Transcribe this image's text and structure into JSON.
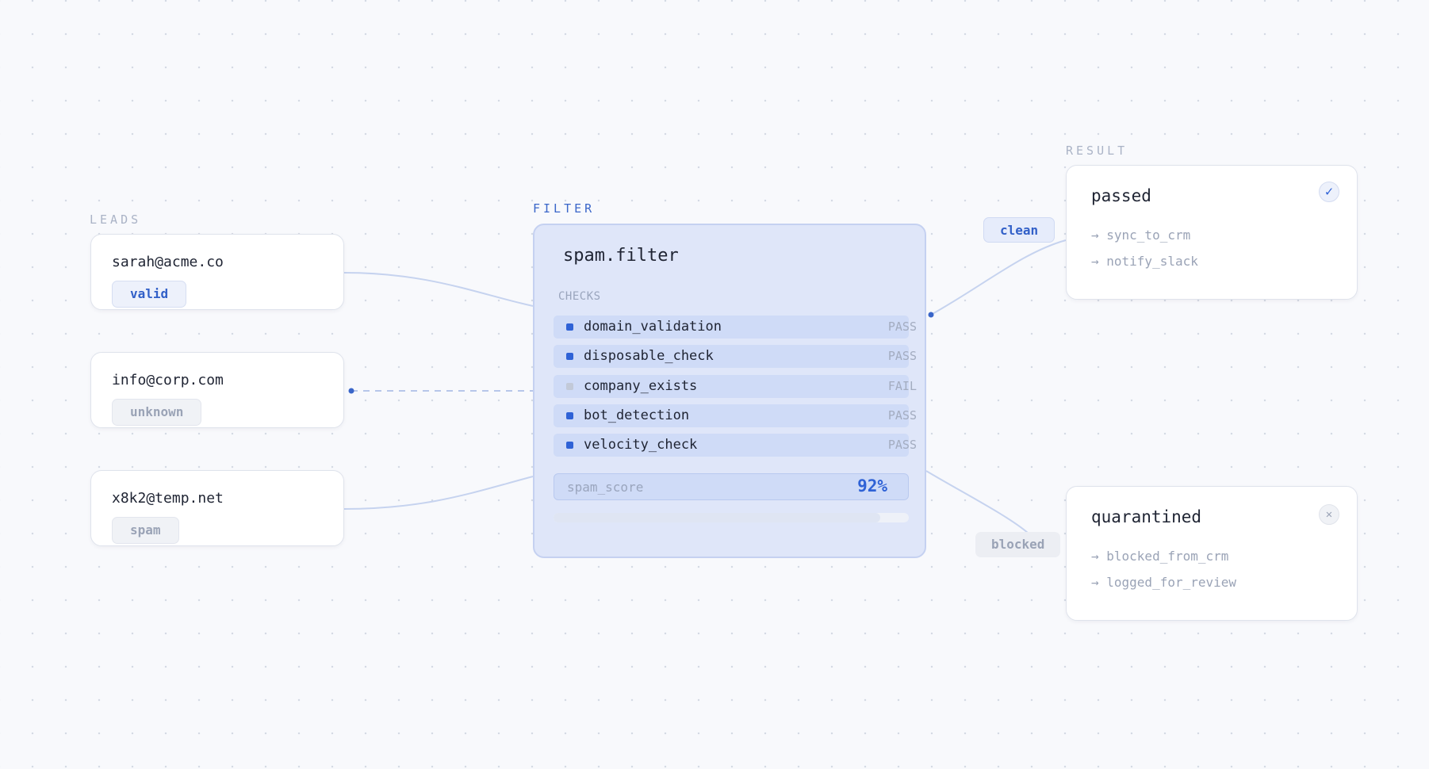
{
  "sections": {
    "leads": "LEADS",
    "filter": "FILTER",
    "result": "RESULT"
  },
  "leads": [
    {
      "email": "sarah@acme.co",
      "badge": "valid"
    },
    {
      "email": "info@corp.com",
      "badge": "unknown"
    },
    {
      "email": "x8k2@temp.net",
      "badge": "spam"
    }
  ],
  "filter": {
    "title": "spam.filter",
    "checks_label": "CHECKS",
    "checks": [
      {
        "name": "domain_validation",
        "status": "PASS"
      },
      {
        "name": "disposable_check",
        "status": "PASS"
      },
      {
        "name": "company_exists",
        "status": "FAIL"
      },
      {
        "name": "bot_detection",
        "status": "PASS"
      },
      {
        "name": "velocity_check",
        "status": "PASS"
      }
    ],
    "score_label": "spam_score",
    "score_value": "92%",
    "score_fraction": 0.92
  },
  "edges": {
    "clean": "clean",
    "blocked": "blocked"
  },
  "results": [
    {
      "title": "passed",
      "actions": [
        "→ sync_to_crm",
        "→ notify_slack"
      ],
      "icon": "check-icon"
    },
    {
      "title": "quarantined",
      "actions": [
        "→ blocked_from_crm",
        "→ logged_for_review"
      ],
      "icon": "close-icon"
    }
  ],
  "colors": {
    "accent": "#2f62d6",
    "muted": "#9aa3b6",
    "filter_bg": "#dfe6f9",
    "wire": "#c6d3ef"
  }
}
